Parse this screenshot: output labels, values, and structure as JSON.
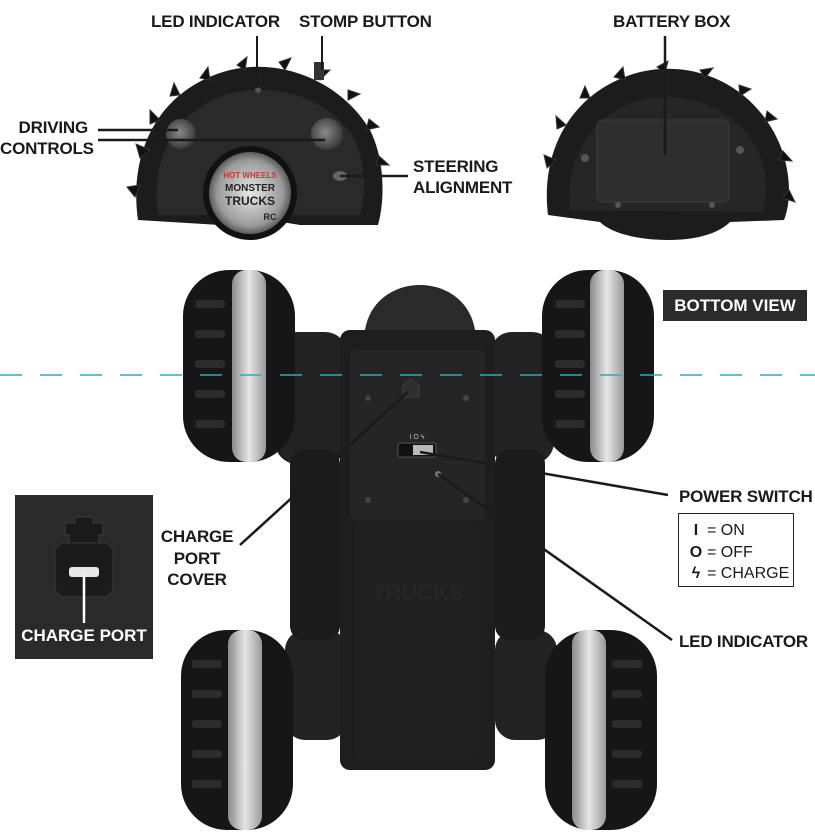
{
  "top_labels": {
    "led_indicator": "LED INDICATOR",
    "stomp_button": "STOMP BUTTON",
    "battery_box": "BATTERY BOX",
    "driving_controls_line1": "DRIVING",
    "driving_controls_line2": "CONTROLS",
    "steering_line1": "STEERING",
    "steering_line2": "ALIGNMENT"
  },
  "bottom_view": {
    "badge": "BOTTOM VIEW",
    "charge_port_cover_line1": "CHARGE",
    "charge_port_cover_line2": "PORT",
    "charge_port_cover_line3": "COVER",
    "power_switch": "POWER SWITCH",
    "led_indicator": "LED INDICATOR",
    "charge_port": "CHARGE PORT",
    "switch_marks": "I O ϟ"
  },
  "legend": [
    {
      "symbol": "I",
      "meaning": "= ON"
    },
    {
      "symbol": "O",
      "meaning": "= OFF"
    },
    {
      "symbol": "ϟ",
      "meaning": "= CHARGE"
    }
  ],
  "logo": {
    "line1": "HOT WHEELS",
    "line2": "MONSTER",
    "line3": "TRUCKS",
    "line4": "RC"
  },
  "colors": {
    "dashed_line": "#2aa7d8",
    "body": "#1e1e1e",
    "tire_band": "#c9c9c9"
  }
}
